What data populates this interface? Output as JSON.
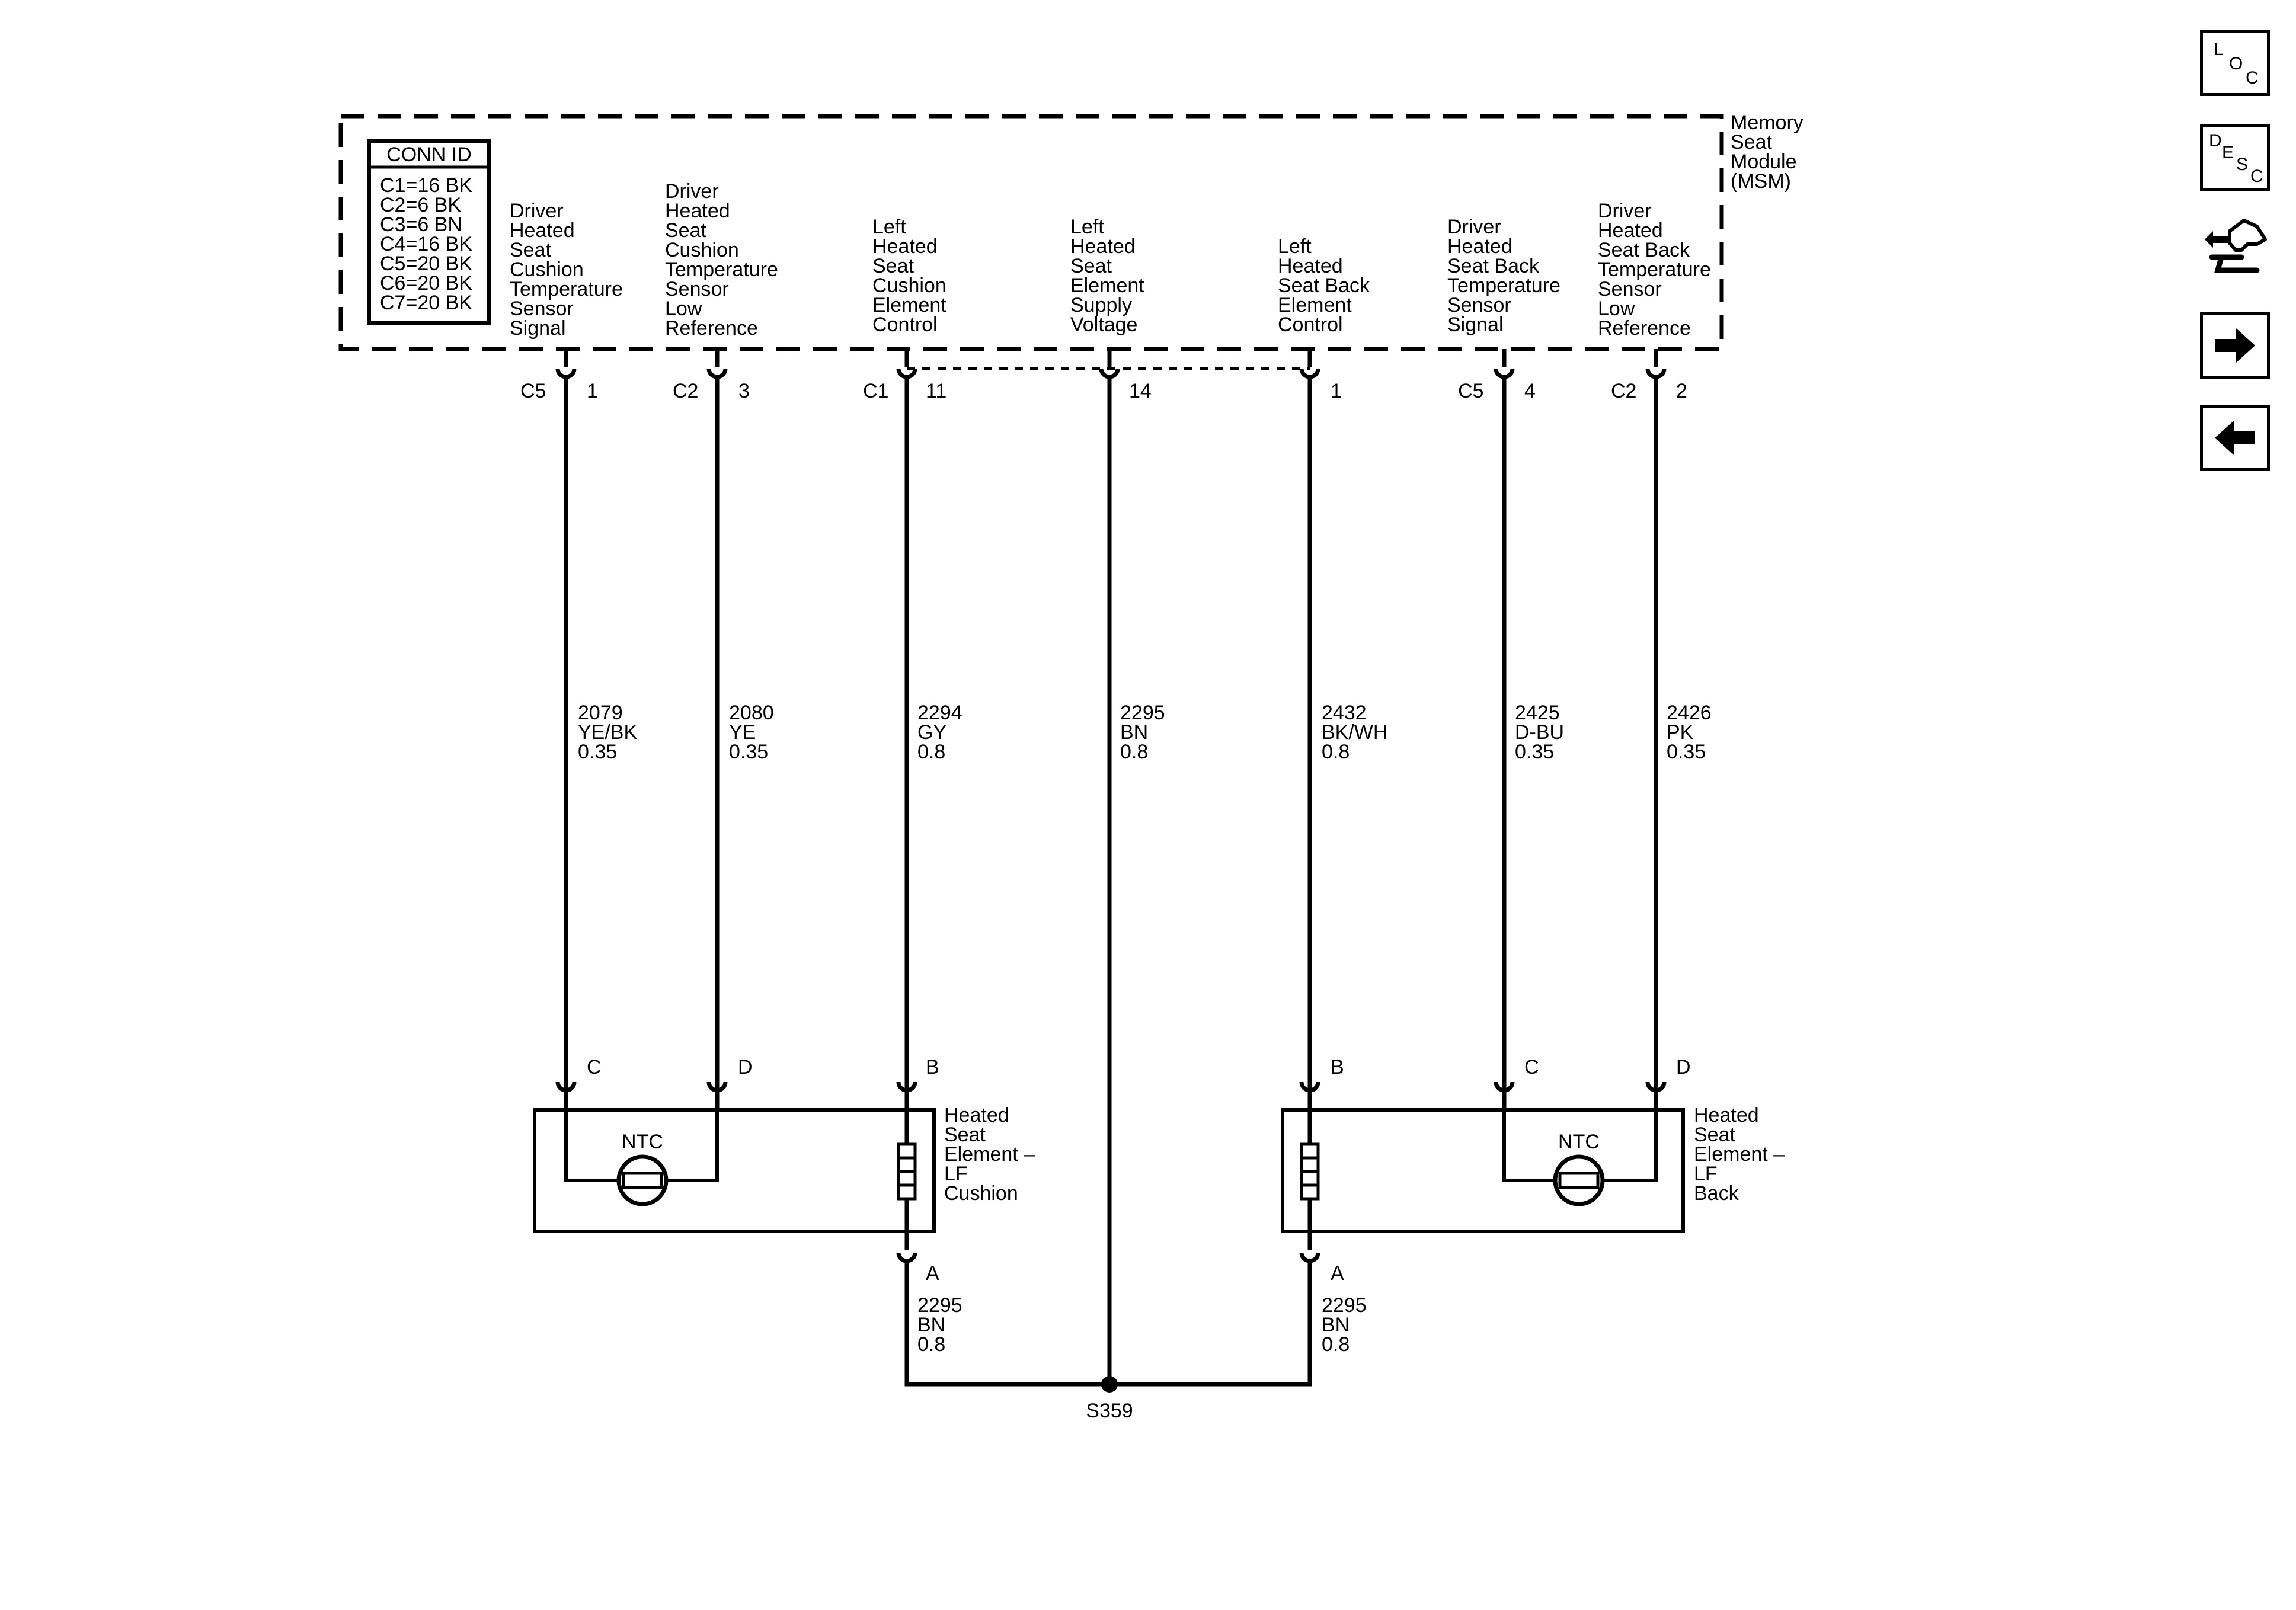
{
  "module": {
    "title": [
      "Memory",
      "Seat",
      "Module",
      "(MSM)"
    ],
    "conn_id_header": "CONN ID",
    "conn_ids": [
      "C1=16 BK",
      "C2=6 BK",
      "C3=6 BN",
      "C4=16 BK",
      "C5=20 BK",
      "C6=20 BK",
      "C7=20 BK"
    ]
  },
  "circuits": [
    {
      "label": [
        "Driver",
        "Heated",
        "Seat",
        "Cushion",
        "Temperature",
        "Sensor",
        "Signal"
      ],
      "conn": "C5",
      "pin": "1",
      "wire": [
        "2079",
        "YE/BK",
        "0.35"
      ],
      "end_pin": "C"
    },
    {
      "label": [
        "Driver",
        "Heated",
        "Seat",
        "Cushion",
        "Temperature",
        "Sensor",
        "Low",
        "Reference"
      ],
      "conn": "C2",
      "pin": "3",
      "wire": [
        "2080",
        "YE",
        "0.35"
      ],
      "end_pin": "D"
    },
    {
      "label": [
        "Left",
        "Heated",
        "Seat",
        "Cushion",
        "Element",
        "Control"
      ],
      "conn": "C1",
      "pin": "11",
      "wire": [
        "2294",
        "GY",
        "0.8"
      ],
      "end_pin": "B"
    },
    {
      "label": [
        "Left",
        "Heated",
        "Seat",
        "Element",
        "Supply",
        "Voltage"
      ],
      "conn": "",
      "pin": "14",
      "wire": [
        "2295",
        "BN",
        "0.8"
      ],
      "end_pin": ""
    },
    {
      "label": [
        "Left",
        "Heated",
        "Seat Back",
        "Element",
        "Control"
      ],
      "conn": "",
      "pin": "1",
      "wire": [
        "2432",
        "BK/WH",
        "0.8"
      ],
      "end_pin": "B"
    },
    {
      "label": [
        "Driver",
        "Heated",
        "Seat Back",
        "Temperature",
        "Sensor",
        "Signal"
      ],
      "conn": "C5",
      "pin": "4",
      "wire": [
        "2425",
        "D-BU",
        "0.35"
      ],
      "end_pin": "C"
    },
    {
      "label": [
        "Driver",
        "Heated",
        "Seat Back",
        "Temperature",
        "Sensor",
        "Low",
        "Reference"
      ],
      "conn": "C2",
      "pin": "2",
      "wire": [
        "2426",
        "PK",
        "0.35"
      ],
      "end_pin": "D"
    }
  ],
  "components": {
    "cushion": {
      "name": [
        "Heated",
        "Seat",
        "Element –",
        "LF",
        "Cushion"
      ],
      "ntc": "NTC",
      "ground_pin": "A",
      "ground_wire": [
        "2295",
        "BN",
        "0.8"
      ]
    },
    "back": {
      "name": [
        "Heated",
        "Seat",
        "Element –",
        "LF",
        "Back"
      ],
      "ntc": "NTC",
      "ground_pin": "A",
      "ground_wire": [
        "2295",
        "BN",
        "0.8"
      ]
    }
  },
  "splice": "S359",
  "nav": {
    "loc": [
      "L",
      "O",
      "C"
    ],
    "desc": [
      "D",
      "E",
      "S",
      "C"
    ],
    "icons": [
      "location-icon",
      "description-icon",
      "connector-hand-icon",
      "arrow-right-icon",
      "arrow-left-icon"
    ]
  }
}
